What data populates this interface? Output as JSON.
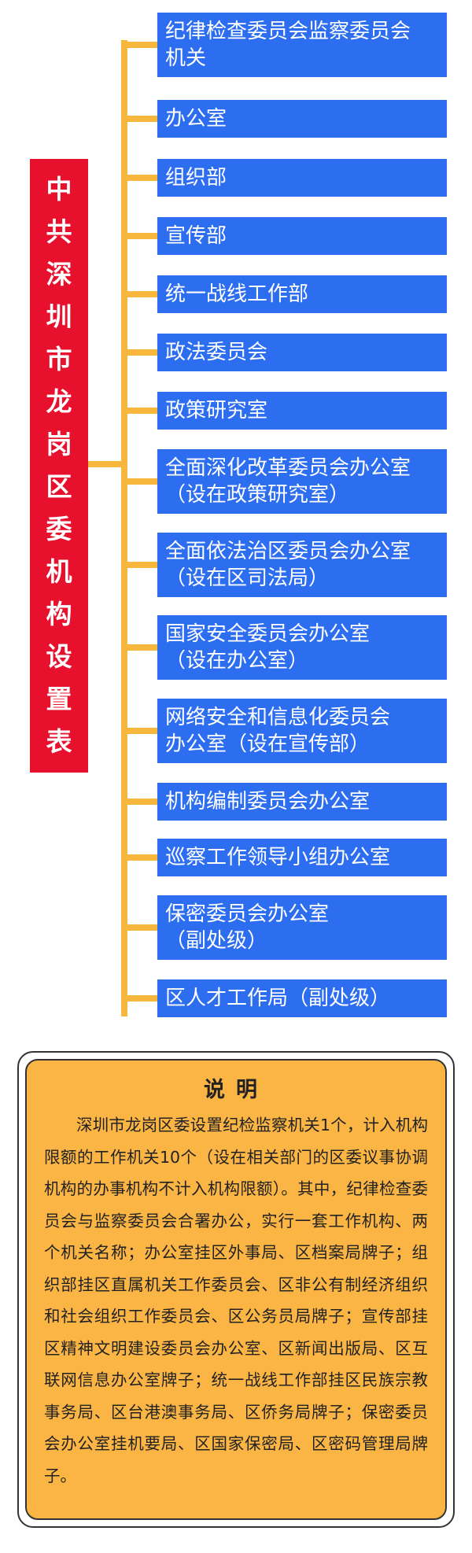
{
  "root": {
    "chars": [
      "中",
      "共",
      "深",
      "圳",
      "市",
      "龙",
      "岗",
      "区",
      "委",
      "机",
      "构",
      "设",
      "置",
      "表"
    ]
  },
  "nodes": [
    {
      "lines": [
        "纪律检查委员会监察委员会",
        "机关"
      ]
    },
    {
      "lines": [
        "办公室"
      ]
    },
    {
      "lines": [
        "组织部"
      ]
    },
    {
      "lines": [
        "宣传部"
      ]
    },
    {
      "lines": [
        "统一战线工作部"
      ]
    },
    {
      "lines": [
        "政法委员会"
      ]
    },
    {
      "lines": [
        "政策研究室"
      ]
    },
    {
      "lines": [
        "全面深化改革委员会办公室",
        "（设在政策研究室）"
      ]
    },
    {
      "lines": [
        "全面依法治区委员会办公室",
        "（设在区司法局）"
      ]
    },
    {
      "lines": [
        "国家安全委员会办公室",
        "（设在办公室）"
      ]
    },
    {
      "lines": [
        "网络安全和信息化委员会",
        "办公室（设在宣传部）"
      ]
    },
    {
      "lines": [
        "机构编制委员会办公室"
      ]
    },
    {
      "lines": [
        "巡察工作领导小组办公室"
      ]
    },
    {
      "lines": [
        "保密委员会办公室",
        "（副处级）"
      ]
    },
    {
      "lines": [
        "区人才工作局（副处级）"
      ]
    }
  ],
  "note": {
    "title": "说明",
    "body": "深圳市龙岗区委设置纪检监察机关1个，计入机构限额的工作机关10个（设在相关部门的区委议事协调机构的办事机构不计入机构限额）。其中，纪律检查委员会与监察委员会合署办公，实行一套工作机构、两个机关名称；办公室挂区外事局、区档案局牌子；组织部挂区直属机关工作委员会、区非公有制经济组织和社会组织工作委员会、区公务员局牌子；宣传部挂区精神文明建设委员会办公室、区新闻出版局、区互联网信息办公室牌子；统一战线工作部挂区民族宗教事务局、区台港澳事务局、区侨务局牌子；保密委员会办公室挂机要局、区国家保密局、区密码管理局牌子。"
  },
  "colors": {
    "root": "#e8112d",
    "node": "#2d6ef0",
    "connector": "#f7b73c",
    "note": "#fbb545"
  }
}
